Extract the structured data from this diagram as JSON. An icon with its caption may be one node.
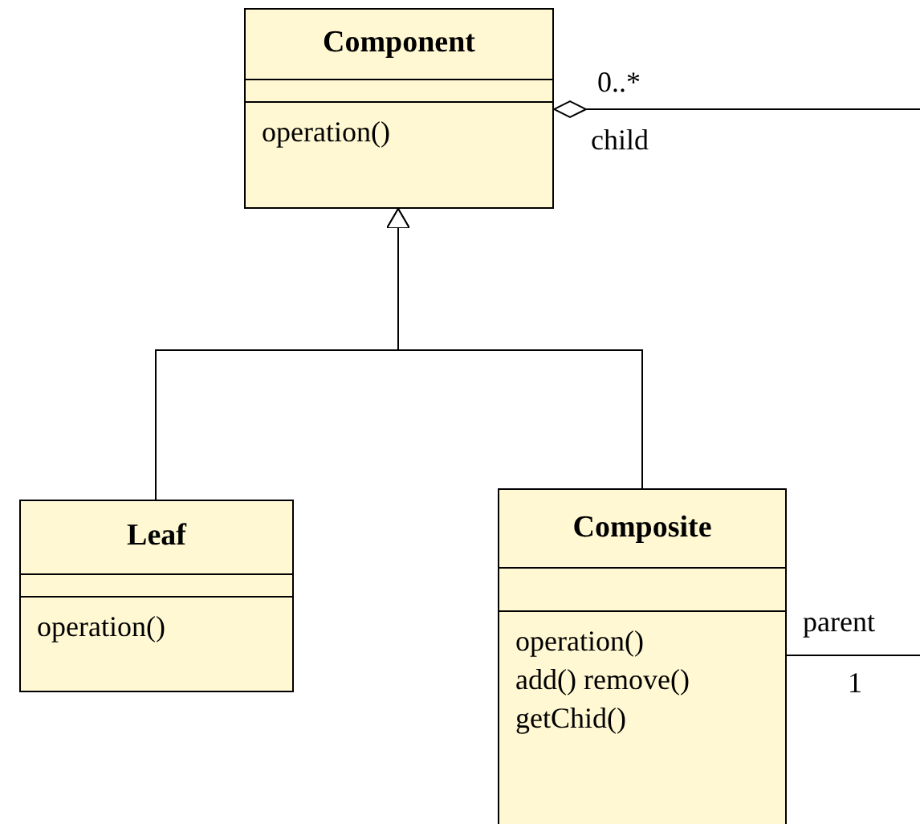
{
  "diagram": {
    "nodes": [
      {
        "text": [
          "Component",
          "operation()"
        ]
      },
      {
        "text": [
          "Leaf",
          "operation()"
        ]
      },
      {
        "text": [
          "Composite",
          "operation() add() remove() getChid()"
        ]
      }
    ],
    "edges": [
      {
        "from": 1,
        "to": 0,
        "arrow": "to"
      },
      {
        "from": 2,
        "to": 0,
        "arrow": "to"
      },
      {
        "from": 2,
        "to": 0,
        "arrow": "other"
      }
    ],
    "labels": [
      "0..*",
      "child",
      "parent",
      "1"
    ]
  }
}
